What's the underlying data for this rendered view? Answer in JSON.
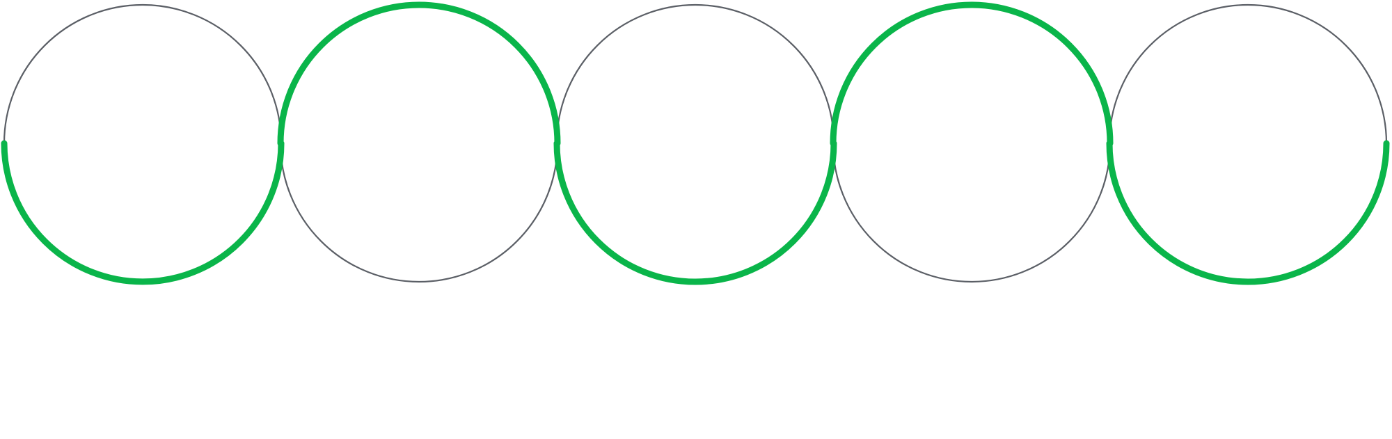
{
  "diagram": {
    "type": "interlocking-circles-path",
    "circle_count": 5,
    "colors": {
      "background": "#ffffff",
      "outline": "#5b5f66",
      "highlight": "#0ab54a"
    },
    "circles": [
      {
        "label": "",
        "highlighted_half": "bottom"
      },
      {
        "label": "",
        "highlighted_half": "top"
      },
      {
        "label": "",
        "highlighted_half": "bottom"
      },
      {
        "label": "",
        "highlighted_half": "top"
      },
      {
        "label": "",
        "highlighted_half": "bottom"
      }
    ]
  }
}
